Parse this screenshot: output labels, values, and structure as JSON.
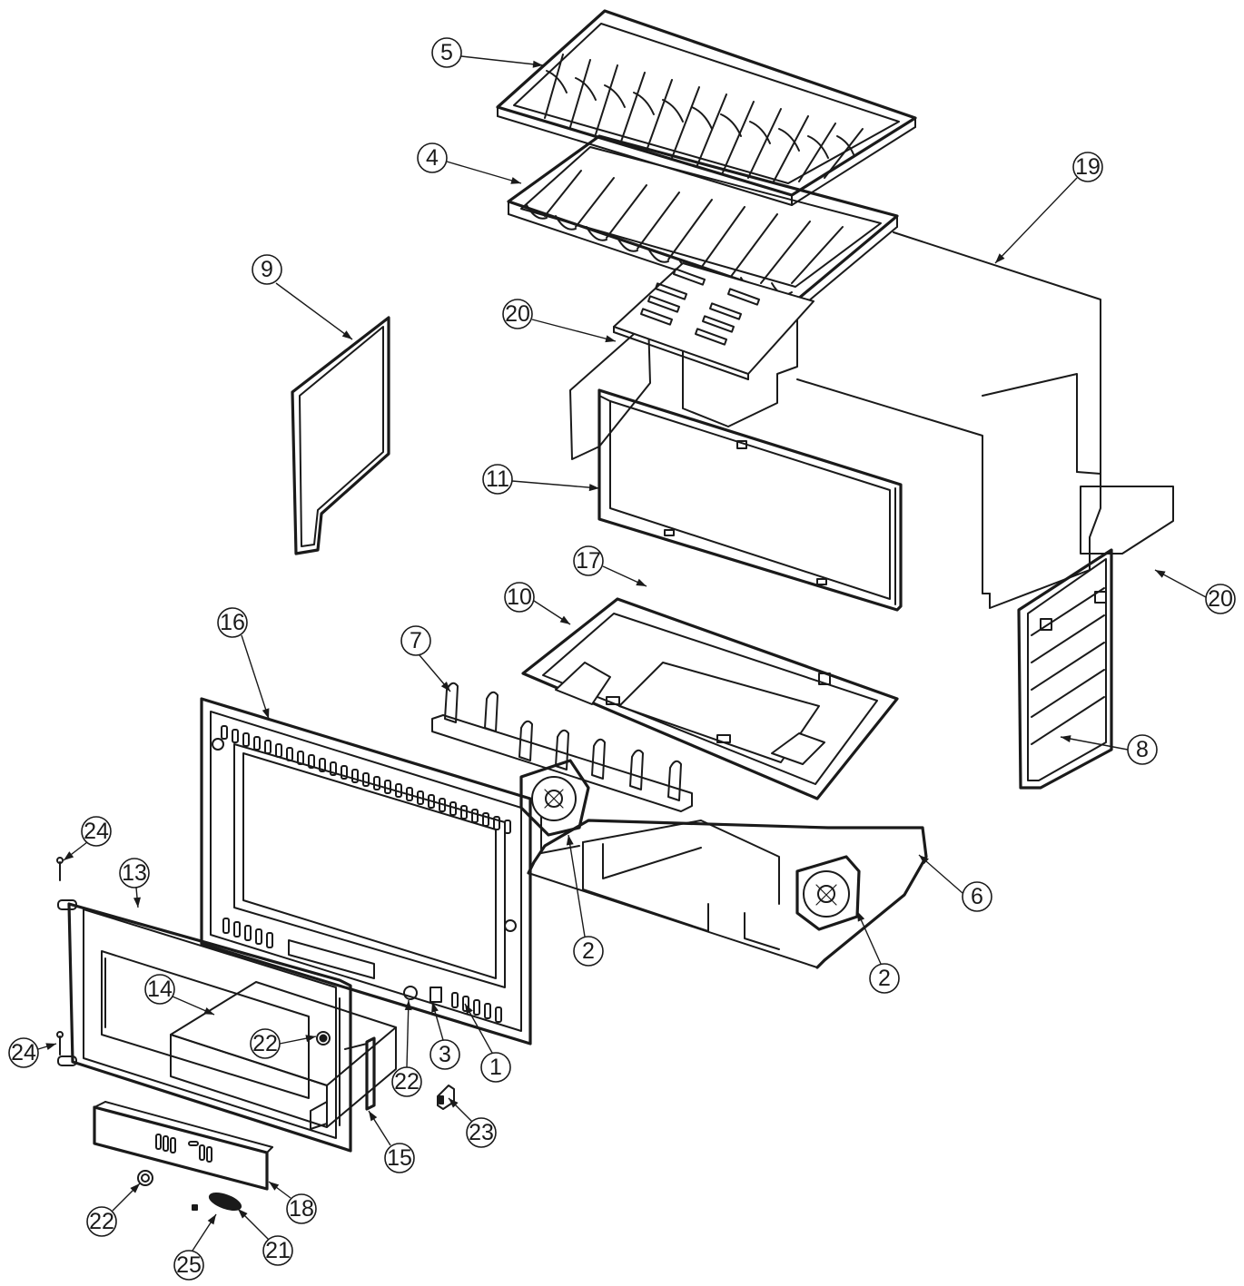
{
  "callouts": [
    {
      "label": "5"
    },
    {
      "label": "4"
    },
    {
      "label": "19"
    },
    {
      "label": "9"
    },
    {
      "label": "20"
    },
    {
      "label": "11"
    },
    {
      "label": "17"
    },
    {
      "label": "10"
    },
    {
      "label": "7"
    },
    {
      "label": "20"
    },
    {
      "label": "16"
    },
    {
      "label": "8"
    },
    {
      "label": "6"
    },
    {
      "label": "24"
    },
    {
      "label": "13"
    },
    {
      "label": "2"
    },
    {
      "label": "2"
    },
    {
      "label": "14"
    },
    {
      "label": "22"
    },
    {
      "label": "24"
    },
    {
      "label": "3"
    },
    {
      "label": "1"
    },
    {
      "label": "22"
    },
    {
      "label": "23"
    },
    {
      "label": "15"
    },
    {
      "label": "18"
    },
    {
      "label": "22"
    },
    {
      "label": "21"
    },
    {
      "label": "25"
    }
  ]
}
